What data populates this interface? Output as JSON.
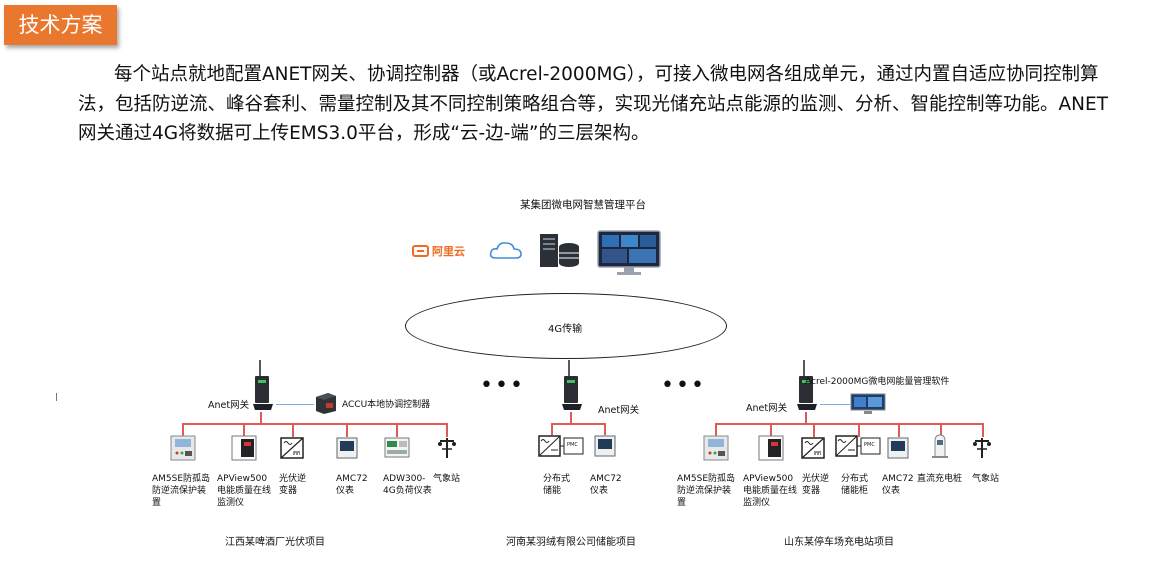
{
  "header": {
    "badge": "技术方案"
  },
  "intro": "每个站点就地配置ANET网关、协调控制器（或Acrel-2000MG），可接入微电网各组成单元，通过内置自适应协同控制算法，包括防逆流、峰谷套利、需量控制及其不同控制策略组合等，实现光储充站点能源的监测、分析、智能控制等功能。ANET网关通过4G将数据可上传EMS3.0平台，形成“云-边-端”的三层架构。",
  "platform": {
    "title": "某集团微电网智慧管理平台",
    "aliyun": "阿里云",
    "network": "4G传输"
  },
  "sites": {
    "left": {
      "gateway": "Anet网关",
      "controller": "ACCU本地协调控制器",
      "devices": [
        "AM5SE防孤岛防逆流保护装置",
        "APView500电能质量在线监测仪",
        "光伏逆变器",
        "AMC72仪表",
        "ADW300-4G负荷仪表",
        "气象站"
      ],
      "project": "江西某啤酒厂光伏项目"
    },
    "middle": {
      "gateway": "Anet网关",
      "devices": [
        "分布式储能",
        "AMC72仪表"
      ],
      "pcs_label": "PMC",
      "project": "河南某羽绒有限公司储能项目"
    },
    "right": {
      "gateway": "Anet网关",
      "software": "Acrel-2000MG微电网能量管理软件",
      "devices": [
        "AM5SE防孤岛防逆流保护装置",
        "APView500电能质量在线监测仪",
        "光伏逆变器",
        "分布式储能柜",
        "AMC72仪表",
        "直流充电桩",
        "气象站"
      ],
      "pcs_label": "PMC",
      "project": "山东某停车场充电站项目"
    }
  },
  "colors": {
    "badge": "#e9772e",
    "bus": "#e05a5a",
    "link": "#7db0e0"
  }
}
